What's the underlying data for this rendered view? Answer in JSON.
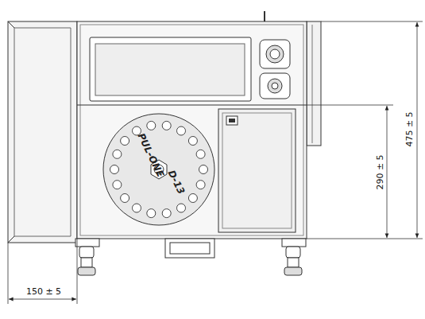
{
  "diagram": {
    "nodes": [
      {
        "text": [
          "PUL-ONE",
          "D-13"
        ]
      }
    ],
    "labels": [
      "150 ± 5",
      "290 ± 5",
      "475 ± 5"
    ]
  }
}
